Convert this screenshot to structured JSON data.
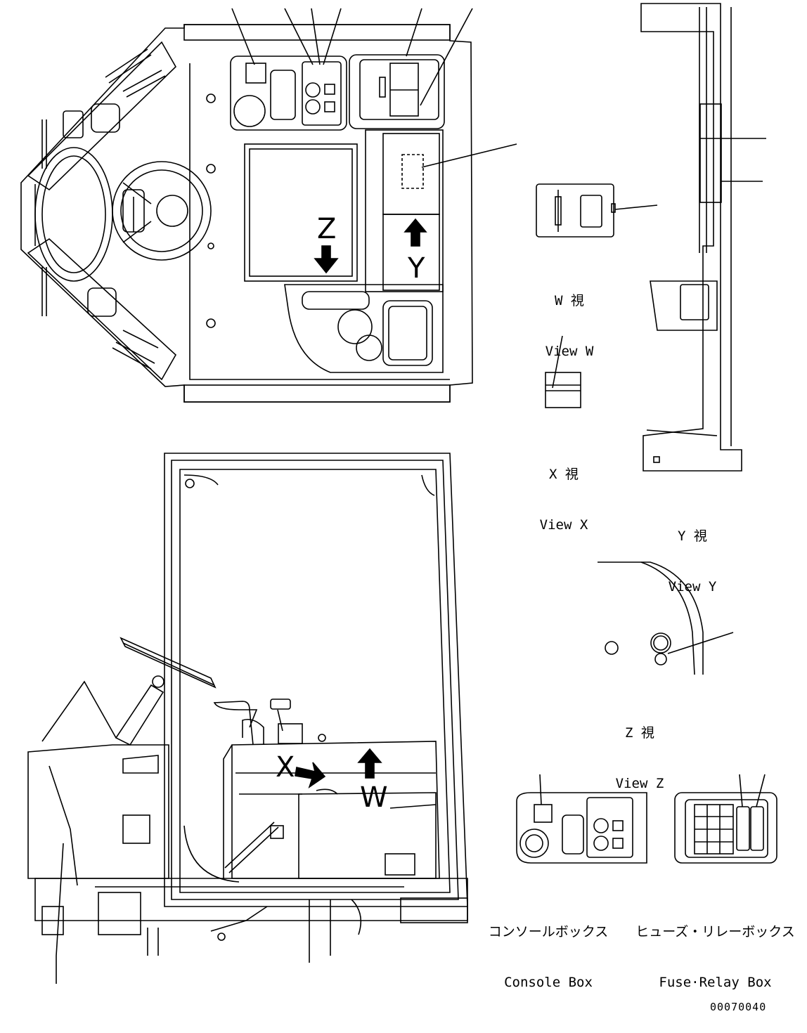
{
  "views": {
    "w": {
      "jp": "W 視",
      "en": "View W"
    },
    "x": {
      "jp": "X 視",
      "en": "View X"
    },
    "y": {
      "jp": "Y 視",
      "en": "View Y"
    },
    "z": {
      "jp": "Z 視",
      "en": "View Z"
    }
  },
  "boxes": {
    "console": {
      "jp": "コンソールボックス",
      "en": "Console Box"
    },
    "fuse": {
      "jp": "ヒューズ・リレーボックス",
      "en": "Fuse·Relay Box"
    }
  },
  "arrow_letters": {
    "z": "Z",
    "y": "Y",
    "x": "X",
    "w": "W"
  },
  "drawing_number": "00070040"
}
